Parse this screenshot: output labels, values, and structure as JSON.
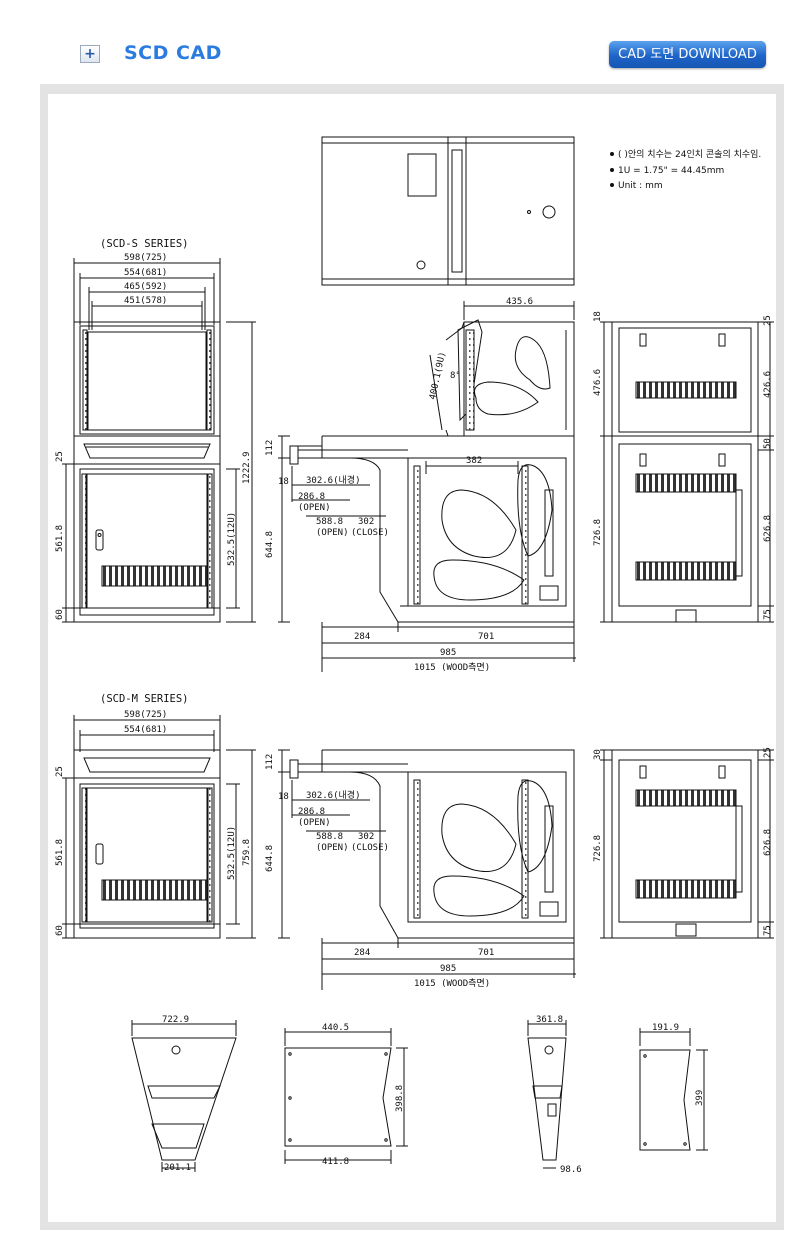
{
  "header": {
    "icon": "plus-icon",
    "icon_glyph": "+",
    "title": "SCD CAD",
    "download_label": "CAD 도면 DOWNLOAD"
  },
  "notes": [
    "( )안의 치수는 24인치 콘솔의 치수임.",
    "1U = 1.75\" = 44.45mm",
    "Unit : mm"
  ],
  "scd_s": {
    "title": "(SCD-S SERIES)",
    "w_outer": "598(725)",
    "w_2": "554(681)",
    "w_3": "465(592)",
    "w_4": "451(578)",
    "h_top": "25",
    "h_mid": "561.8",
    "h_bot": "60",
    "h_rack": "532.5(12U)",
    "h_total": "1222.9",
    "side_top_depth": "435.6",
    "side_upper": "400.1(9U)",
    "side_angle": "8°",
    "side_112": "112",
    "side_18": "18",
    "side_302_6": "302.6(내경)",
    "side_286_8": "286.8",
    "side_open1": "(OPEN)",
    "side_588_8": "588.8",
    "side_open2": "(OPEN)",
    "side_302": "302",
    "side_close": "(CLOSE)",
    "side_382": "382",
    "side_644_8": "644.8",
    "side_284": "284",
    "side_701": "701",
    "side_985": "985",
    "side_1015": "1015 (WOOD측면)",
    "back_18": "18",
    "back_476_6": "476.6",
    "back_726_8": "726.8",
    "back_25": "25",
    "back_426_6": "426.6",
    "back_50": "50",
    "back_626_8": "626.8",
    "back_75": "75"
  },
  "scd_m": {
    "title": "(SCD-M SERIES)",
    "w_outer": "598(725)",
    "w_2": "554(681)",
    "h_top": "25",
    "h_mid": "561.8",
    "h_bot": "60",
    "h_rack": "532.5(12U)",
    "h_total": "759.8",
    "side_112": "112",
    "side_18": "18",
    "side_302_6": "302.6(내경)",
    "side_286_8": "286.8",
    "side_open1": "(OPEN)",
    "side_588_8": "588.8",
    "side_open2": "(OPEN)",
    "side_302": "302",
    "side_close": "(CLOSE)",
    "side_644_8": "644.8",
    "side_284": "284",
    "side_701": "701",
    "side_985": "985",
    "side_1015": "1015 (WOOD측면)",
    "back_30": "30",
    "back_726_8": "726.8",
    "back_25": "25",
    "back_626_8": "626.8",
    "back_75": "75"
  },
  "parts": {
    "p1_top": "722.9",
    "p1_bottom": "201.1",
    "p2_top": "440.5",
    "p2_right": "398.8",
    "p2_bottom": "411.8",
    "p3_top": "361.8",
    "p3_bottom": "98.6",
    "p4_top": "191.9",
    "p4_right": "399"
  }
}
